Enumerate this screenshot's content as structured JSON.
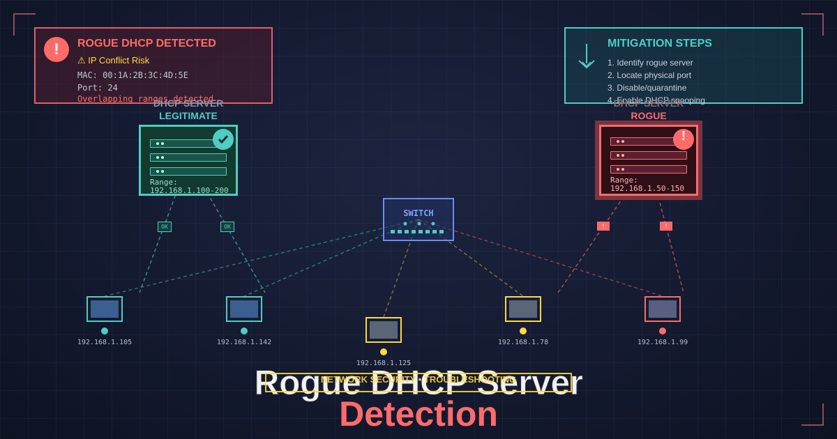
{
  "colors": {
    "legit": "#4ecdc4",
    "rogue": "#ff6b6b",
    "warning": "#ffd93d",
    "switch": "#6b8cff"
  },
  "alert": {
    "icon": "exclamation-icon",
    "icon_glyph": "!",
    "title": "ROGUE DHCP DETECTED",
    "subtitle": "⚠ IP Conflict Risk",
    "mac": "MAC: 00:1A:2B:3C:4D:5E",
    "port": "Port: 24",
    "note": "Overlapping ranges detected"
  },
  "mitigation": {
    "icon": "anchor-icon",
    "title": "MITIGATION STEPS",
    "steps": [
      "1. Identify rogue server",
      "2. Locate physical port",
      "3. Disable/quarantine",
      "4. Enable DHCP snooping"
    ]
  },
  "legit_server": {
    "heading": "DHCP SERVER",
    "label": "LEGITIMATE",
    "badge_icon": "checkmark-icon",
    "range_label": "Range:",
    "range": "192.168.1.100-200"
  },
  "rogue_server": {
    "heading": "DHCP SERVER",
    "label": "ROGUE",
    "badge_icon": "exclamation-icon",
    "badge_glyph": "!",
    "range_label": "Range:",
    "range": "192.168.1.50-150"
  },
  "switch": {
    "label": "SWITCH"
  },
  "link_tags": {
    "ok": "OK",
    "bad": "!"
  },
  "clients": [
    {
      "ip": "192.168.1.105",
      "status": "legit"
    },
    {
      "ip": "192.168.1.142",
      "status": "legit"
    },
    {
      "ip": "192.168.1.125",
      "status": "warning"
    },
    {
      "ip": "192.168.1.78",
      "status": "warning"
    },
    {
      "ip": "192.168.1.99",
      "status": "rogue"
    }
  ],
  "footer": {
    "title_line1": "Rogue DHCP Server",
    "title_line2": "Detection",
    "subtitle": "NETWORK SECURITY • TROUBLESHOOTING"
  }
}
